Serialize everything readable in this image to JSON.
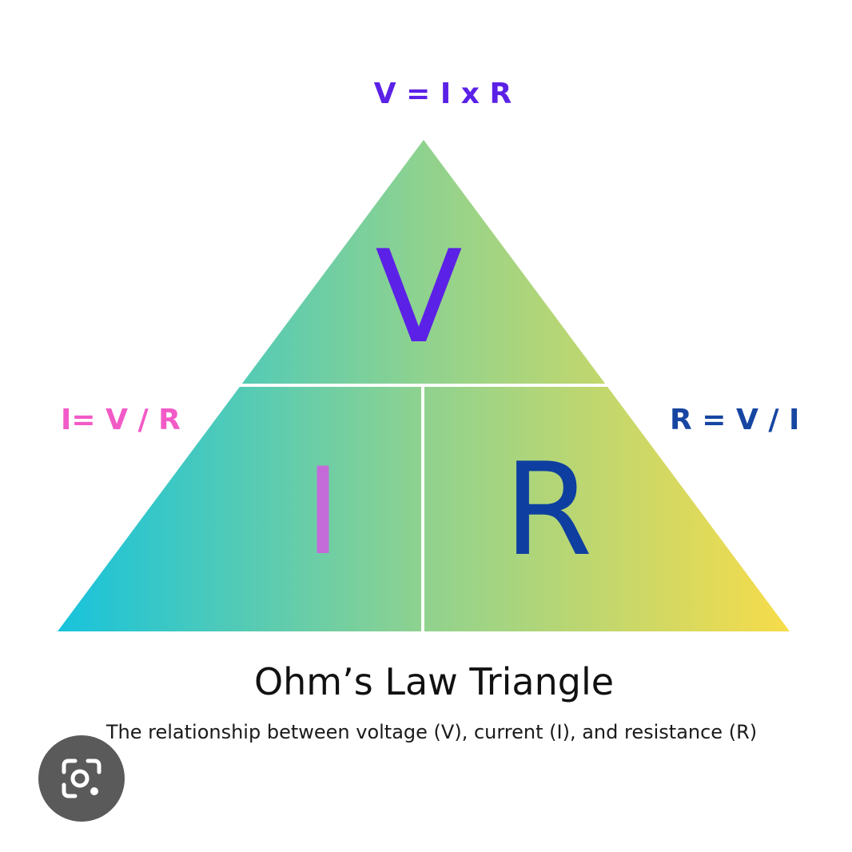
{
  "diagram": {
    "top_formula": "V = I x R",
    "left_formula": "I= V / R",
    "right_formula": "R = V / I",
    "top_letter": "V",
    "left_letter": "I",
    "right_letter": "R",
    "title": "Ohm’s Law Triangle",
    "subtitle": "The relationship between voltage (V), current (I), and resistance (R)"
  },
  "colors": {
    "top_formula": "#5b21e6",
    "left_formula": "#f25ac7",
    "right_formula": "#1746a2",
    "letter_v": "#5b21e6",
    "letter_i": "#c46ad9",
    "letter_r": "#0e3fa0",
    "gradient_left": "#17c3dc",
    "gradient_mid": "#8fd28f",
    "gradient_right": "#f7dc4a",
    "divider": "#ffffff"
  },
  "lens_button": {
    "icon": "camera-search-icon"
  }
}
